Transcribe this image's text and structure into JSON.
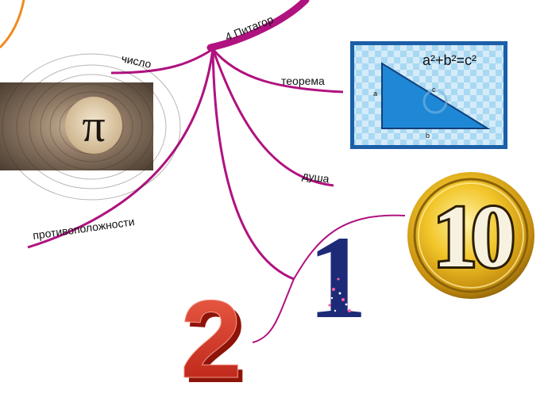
{
  "mindmap": {
    "central_topic": "4.Питагор",
    "branches": [
      {
        "label": "число"
      },
      {
        "label": "теорема"
      },
      {
        "label": "душа"
      },
      {
        "label": "противоположности"
      }
    ]
  },
  "images": {
    "pi_symbol": "π",
    "formula": "a²+b²=c²",
    "triangle_labels": {
      "a": "a",
      "b": "b",
      "c": "c"
    },
    "numbers": {
      "one": "1",
      "two": "2",
      "ten": "10"
    }
  },
  "colors": {
    "branch": "#b0127f",
    "orange_branch": "#f08a1c",
    "triangle_fill": "#1e88d6",
    "grid_bg": "#9fd3f0",
    "grid_alt": "#c7e6f7",
    "frame": "#1c5fa7",
    "one_color": "#1d2a78",
    "two_color": "#d7321f",
    "ten_gold": "#e0b21c"
  }
}
